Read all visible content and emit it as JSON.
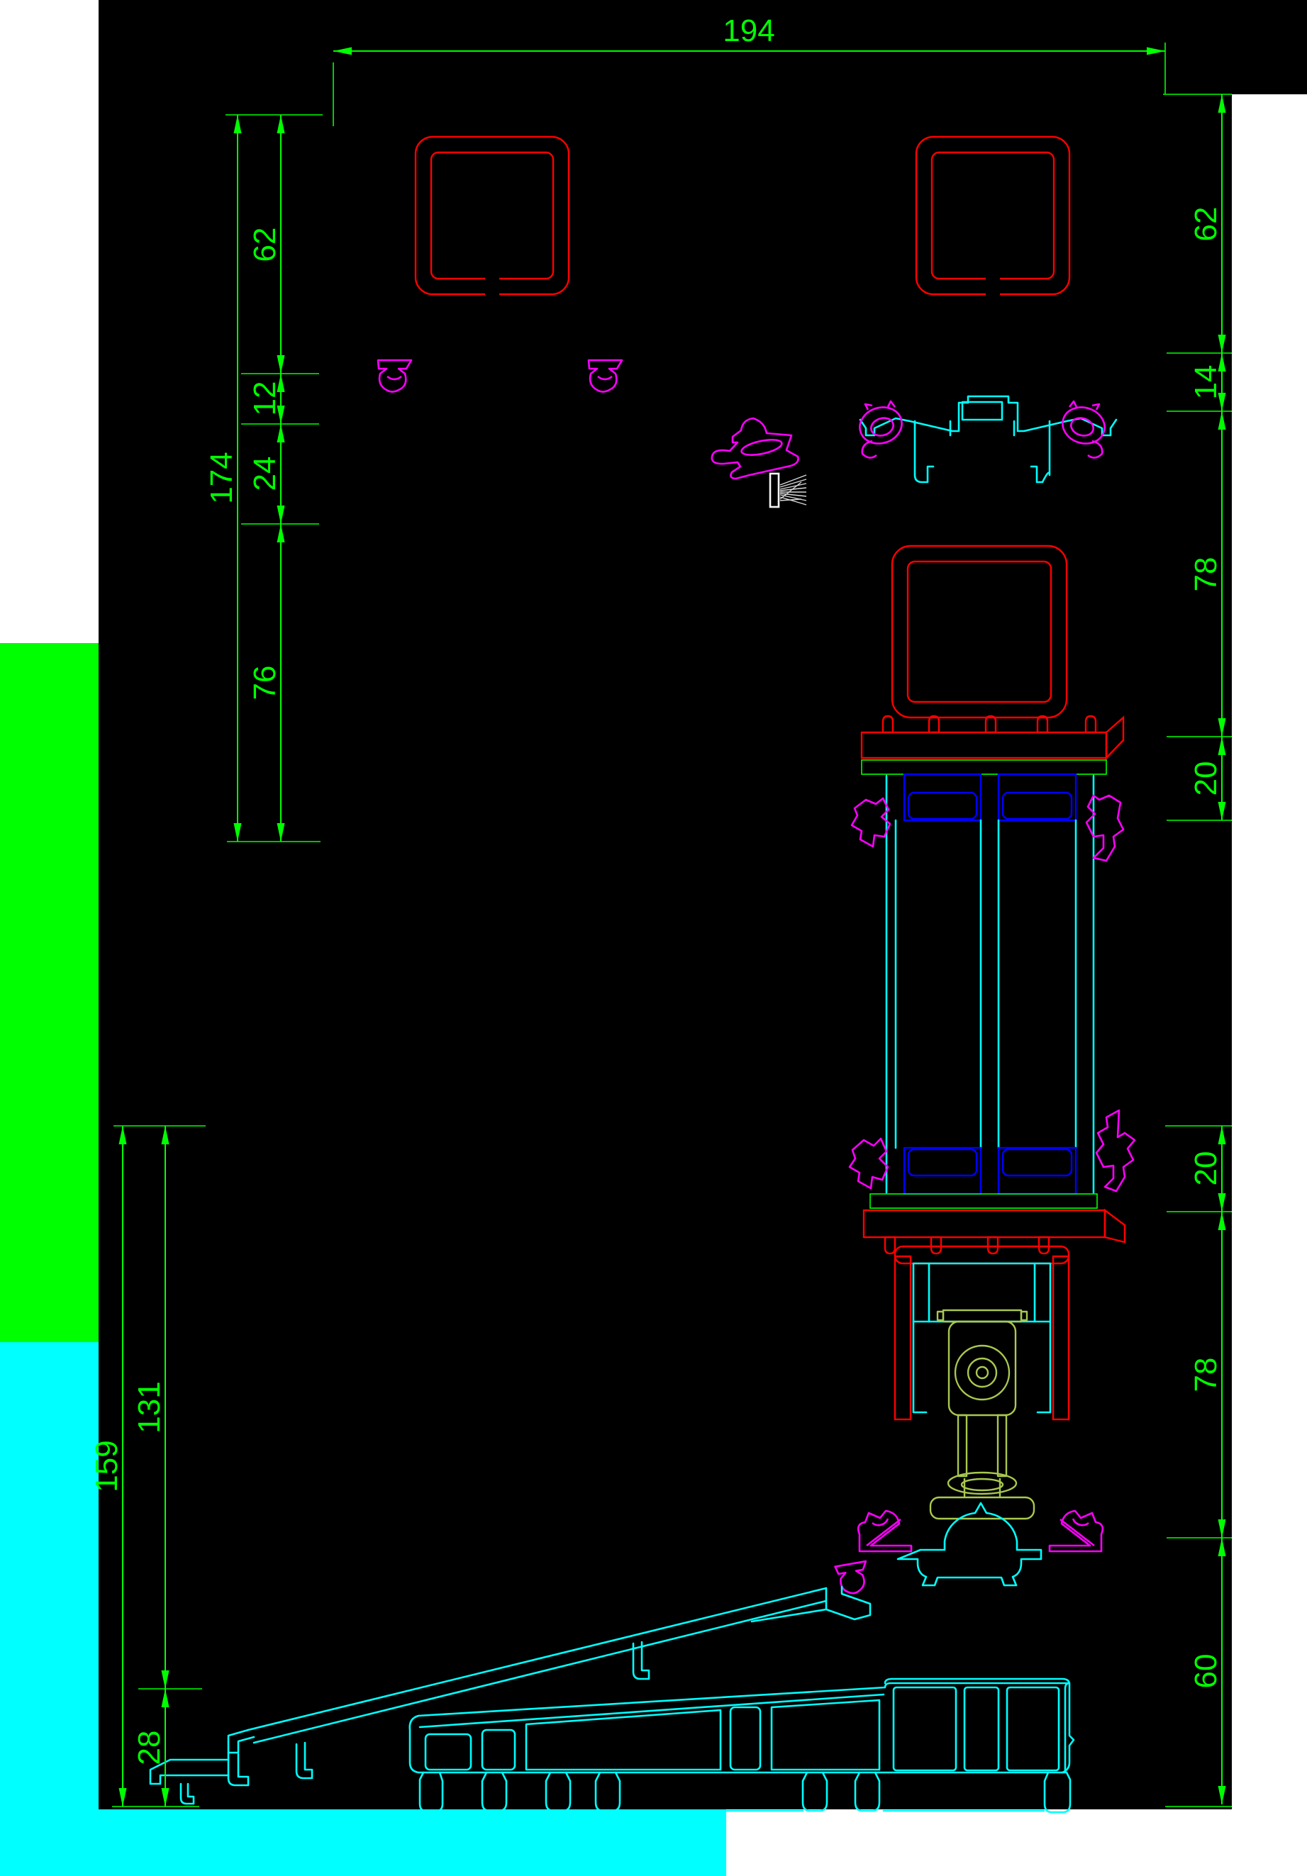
{
  "app": {
    "description": "CAD drawing viewport - sliding window profile cross sections with chain dimensions"
  },
  "colors": {
    "page_white": "#ffffff",
    "canvas_black": "#000000",
    "dimension": "#00ff00",
    "tube_red": "#ff0000",
    "aluminum_cyan": "#00ffff",
    "gasket_magenta": "#ff00ff",
    "glazing_blue": "#0000ff",
    "roller_olive": "#a9c84f",
    "spray_gray": "#d8d8d8",
    "panel_green": "#00ff00",
    "panel_cyan": "#00ffff"
  },
  "dims": {
    "overall_width": "194",
    "left": {
      "seg62": "62",
      "seg12": "12",
      "seg24": "24",
      "seg76": "76",
      "overall": "174"
    },
    "right_upper": {
      "seg62": "62",
      "seg14": "14",
      "seg78": "78",
      "seg20": "20"
    },
    "right_lower": {
      "seg20": "20",
      "seg78": "78",
      "seg60": "60"
    },
    "left_lower": {
      "overall": "159",
      "seg131": "131",
      "seg28": "28"
    }
  },
  "icons": [
    {
      "name": "spray-icon",
      "meaning": "white spray / nozzle marker on drawing"
    }
  ]
}
